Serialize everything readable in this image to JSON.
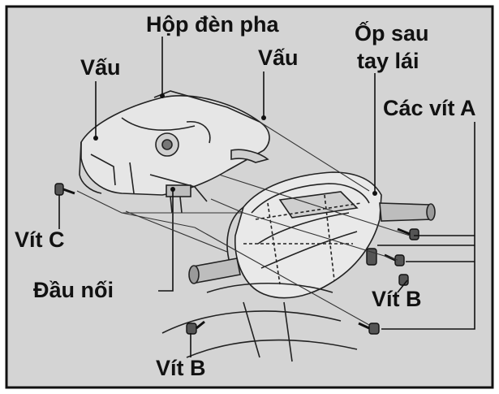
{
  "figure": {
    "labels": {
      "headlight_box": "Hộp đèn pha",
      "tab_left": "Vấu",
      "tab_right": "Vấu",
      "rear_cover_line1": "Ốp sau",
      "rear_cover_line2": "tay lái",
      "screws_a": "Các vít A",
      "screw_c": "Vít C",
      "connector": "Đầu nối",
      "screw_b_right": "Vít B",
      "screw_b_bottom": "Vít B"
    }
  }
}
